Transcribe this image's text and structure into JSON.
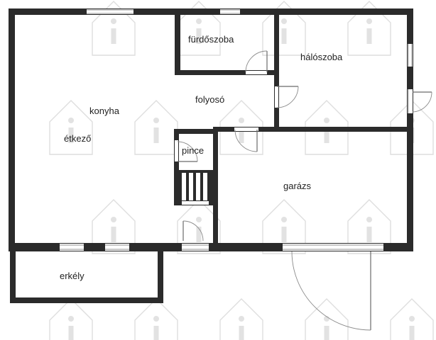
{
  "plan": {
    "rooms": {
      "bathroom": "fürdőszoba",
      "bedroom": "hálószoba",
      "kitchen": "konyha",
      "corridor": "folyosó",
      "dining": "étkező",
      "cellar": "pince",
      "garage": "garázs",
      "balcony": "erkély"
    }
  },
  "colors": {
    "wall": "#2b2b2b",
    "background": "#ffffff",
    "watermark": "#dedede"
  },
  "icons": {
    "watermark": "house-info-icon"
  }
}
